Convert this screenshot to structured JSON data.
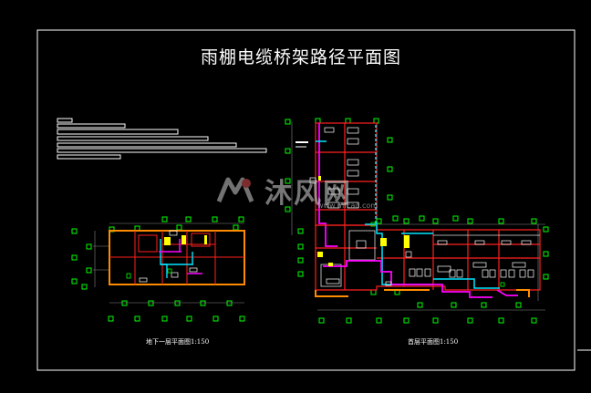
{
  "drawing": {
    "title": "雨棚电缆桥架路径平面图",
    "left_plan_caption": "地下一层平面图1:150",
    "right_plan_caption": "首层平面图1:150"
  },
  "watermark": {
    "brand": "沐风网",
    "url": "www.mfcad.com"
  },
  "colors": {
    "background": "#000000",
    "frame": "#ffffff",
    "walls": "#ff2020",
    "tray_magenta": "#ff00ff",
    "tray_cyan": "#00e5ff",
    "axis_green": "#00ff00",
    "equipment_yellow": "#ffff00"
  }
}
